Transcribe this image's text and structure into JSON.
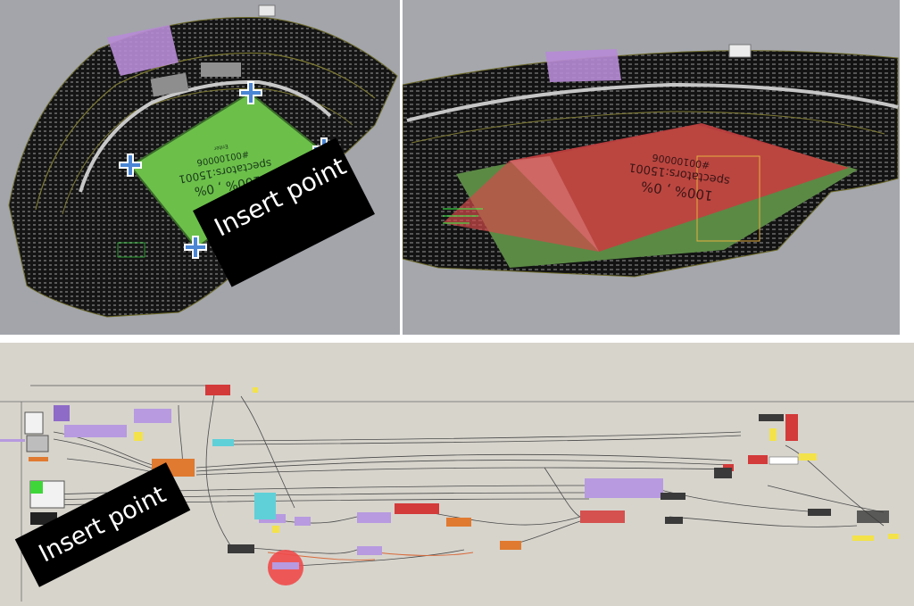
{
  "callouts": {
    "viewport_label": "Insert point",
    "canvas_label": "Insert point"
  },
  "field_texts": {
    "left": {
      "line1": "100% , 0%",
      "line2": "spectators:15001",
      "line3": "#00100006",
      "line4": "Enter"
    },
    "right": {
      "line1": "100% , 0%",
      "line2": "spectators:15001",
      "line3": "#00100006"
    }
  },
  "icons": {
    "insert_point_markers": "plus-cross-icon"
  },
  "colors": {
    "viewport_bg": "#a3a5ab",
    "field_green": "#6cc04a",
    "field_red": "#c34040",
    "seating_purple": "#b78bd6",
    "canvas_bg": "#d7d4cc",
    "marker_blue": "#4a86d4",
    "component_purple": "#b79ae0",
    "component_orange": "#e07a30",
    "component_red": "#d33a3a",
    "component_cyan": "#5fd0d8",
    "component_green": "#3fd63a",
    "component_yellow": "#f3e24a",
    "highlight_red": "#ef4a4a"
  }
}
